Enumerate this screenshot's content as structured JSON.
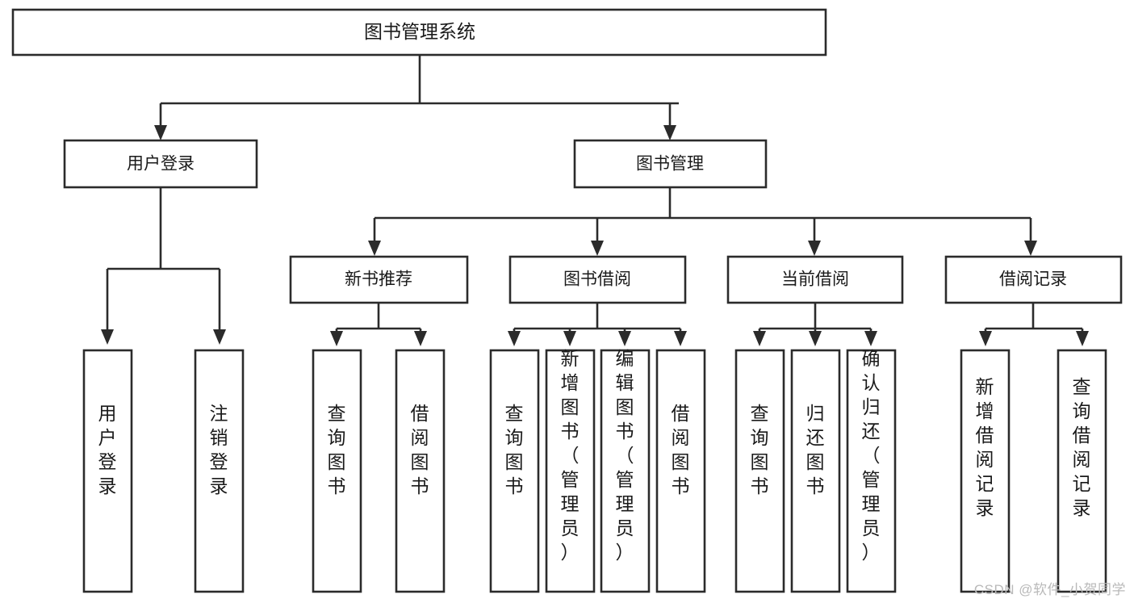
{
  "diagram": {
    "type": "tree-hierarchy",
    "title": "图书管理系统",
    "root": {
      "id": "root",
      "label": "图书管理系统"
    },
    "level2": [
      {
        "id": "user-login",
        "label": "用户登录"
      },
      {
        "id": "book-manage",
        "label": "图书管理"
      }
    ],
    "level3": [
      {
        "id": "new-book-rec",
        "label": "新书推荐",
        "parent": "book-manage"
      },
      {
        "id": "book-borrow",
        "label": "图书借阅",
        "parent": "book-manage"
      },
      {
        "id": "current-borrow",
        "label": "当前借阅",
        "parent": "book-manage"
      },
      {
        "id": "borrow-record",
        "label": "借阅记录",
        "parent": "book-manage"
      }
    ],
    "leaves": {
      "user_login": [
        {
          "id": "leaf-user-login",
          "label": "用户登录"
        },
        {
          "id": "leaf-logout",
          "label": "注销登录"
        }
      ],
      "new_book_rec": [
        {
          "id": "leaf-query-book-1",
          "label": "查询图书"
        },
        {
          "id": "leaf-borrow-book-1",
          "label": "借阅图书"
        }
      ],
      "book_borrow": [
        {
          "id": "leaf-query-book-2",
          "label": "查询图书"
        },
        {
          "id": "leaf-add-book",
          "label": "新增图书（管理员）"
        },
        {
          "id": "leaf-edit-book",
          "label": "编辑图书（管理员）"
        },
        {
          "id": "leaf-borrow-book-2",
          "label": "借阅图书"
        }
      ],
      "current_borrow": [
        {
          "id": "leaf-query-book-3",
          "label": "查询图书"
        },
        {
          "id": "leaf-return-book",
          "label": "归还图书"
        },
        {
          "id": "leaf-confirm-return",
          "label": "确认归还（管理员）"
        }
      ],
      "borrow_record": [
        {
          "id": "leaf-add-record",
          "label": "新增借阅记录"
        },
        {
          "id": "leaf-query-record",
          "label": "查询借阅记录"
        }
      ]
    },
    "colors": {
      "stroke": "#2b2b2b",
      "fill": "#ffffff",
      "text": "#1a1a1a",
      "watermark": "#b9b9b9"
    }
  },
  "watermark": {
    "text": "CSDN @软件_小贺同学"
  }
}
